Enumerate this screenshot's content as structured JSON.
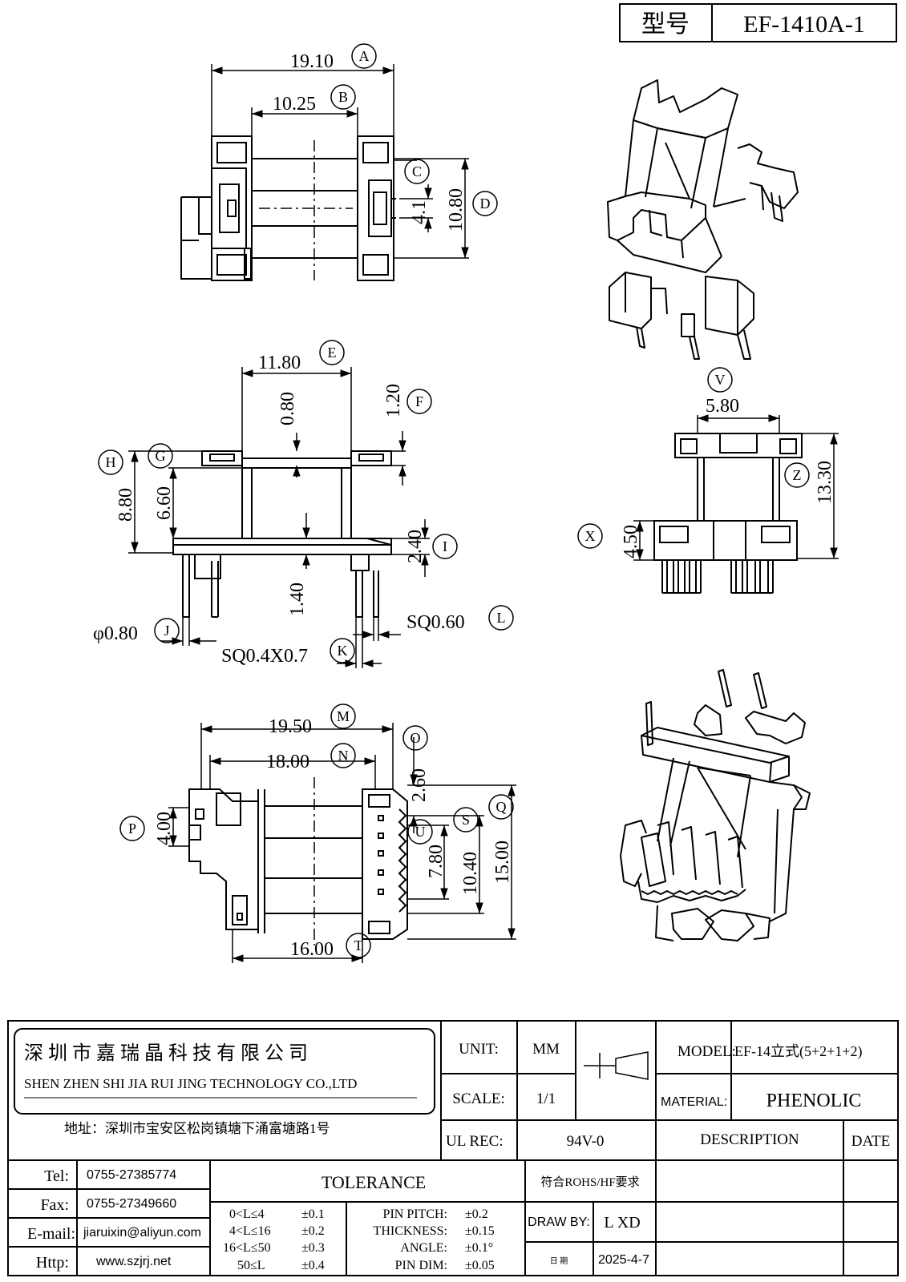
{
  "part": {
    "model_label": "型号",
    "model_no": "EF-1410A-1"
  },
  "views": {
    "top": {
      "dims": [
        {
          "value": "19.10",
          "tag": "A"
        },
        {
          "value": "10.25",
          "tag": "B"
        },
        {
          "value": "",
          "tag": "C"
        },
        {
          "value": "4.1",
          "tag": ""
        },
        {
          "value": "10.80",
          "tag": "D"
        }
      ]
    },
    "front": {
      "dims": [
        {
          "value": "11.80",
          "tag": "E"
        },
        {
          "value": "1.20",
          "tag": "F"
        },
        {
          "value": "0.80",
          "tag": ""
        },
        {
          "value": "",
          "tag": "G"
        },
        {
          "value": "",
          "tag": "H"
        },
        {
          "value": "8.80",
          "tag": ""
        },
        {
          "value": "6.60",
          "tag": ""
        },
        {
          "value": "2.40",
          "tag": "I"
        },
        {
          "value": "1.40",
          "tag": ""
        },
        {
          "value": "φ0.80",
          "tag": "J"
        },
        {
          "value": "SQ0.4X0.7",
          "tag": "K"
        },
        {
          "value": "SQ0.60",
          "tag": "L"
        }
      ]
    },
    "side": {
      "dims": [
        {
          "value": "5.80",
          "tag": "V"
        },
        {
          "value": "13.30",
          "tag": "Z"
        },
        {
          "value": "4.50",
          "tag": "X"
        }
      ]
    },
    "bottom": {
      "dims": [
        {
          "value": "19.50",
          "tag": "M"
        },
        {
          "value": "18.00",
          "tag": "N"
        },
        {
          "value": "",
          "tag": "O"
        },
        {
          "value": "2.60",
          "tag": ""
        },
        {
          "value": "4.00",
          "tag": "P"
        },
        {
          "value": "",
          "tag": "U"
        },
        {
          "value": "",
          "tag": "S"
        },
        {
          "value": "7.80",
          "tag": ""
        },
        {
          "value": "10.40",
          "tag": ""
        },
        {
          "value": "15.00",
          "tag": "Q"
        },
        {
          "value": "16.00",
          "tag": "T"
        }
      ]
    }
  },
  "title_block": {
    "company_cn": "深 圳 市 嘉 瑞 晶 科 技 有 限 公 司",
    "company_en": "SHEN ZHEN SHI   JIA RUI JING   TECHNOLOGY CO.,LTD",
    "address": "地址：深圳市宝安区松岗镇塘下涌富塘路1号",
    "unit_label": "UNIT:",
    "unit_value": "MM",
    "scale_label": "SCALE:",
    "scale_value": "1/1",
    "model_label": "MODEL:",
    "model_value": "EF-14立式(5+2+1+2)",
    "material_label": "MATERIAL:",
    "material_value": "PHENOLIC",
    "ul_label": "UL REC:",
    "ul_value": "94V-0",
    "description_label": "DESCRIPTION",
    "date_label": "DATE",
    "tel_label": "Tel:",
    "tel_value": "0755-27385774",
    "fax_label": "Fax:",
    "fax_value": "0755-27349660",
    "email_label": "E-mail:",
    "email_value": "jiaruixin@aliyun.com",
    "http_label": "Http:",
    "http_value": "www.szjrj.net",
    "tolerance_title": "TOLERANCE",
    "tolerances": [
      {
        "range": "0<L≤4",
        "tol": "±0.1"
      },
      {
        "range": "4<L≤16",
        "tol": "±0.2"
      },
      {
        "range": "16<L≤50",
        "tol": "±0.3"
      },
      {
        "range": "50≤L",
        "tol": "±0.4"
      }
    ],
    "specs": [
      {
        "name": "PIN PITCH:",
        "tol": "±0.2"
      },
      {
        "name": "THICKNESS:",
        "tol": "±0.15"
      },
      {
        "name": "ANGLE:",
        "tol": "±0.1°"
      },
      {
        "name": "PIN DIM:",
        "tol": "±0.05"
      }
    ],
    "rohs": "符合ROHS/HF要求",
    "draw_by_label": "DRAW BY:",
    "draw_by_value": "L XD",
    "date_cn_label": "日 期",
    "date_value": "2025-4-7"
  }
}
